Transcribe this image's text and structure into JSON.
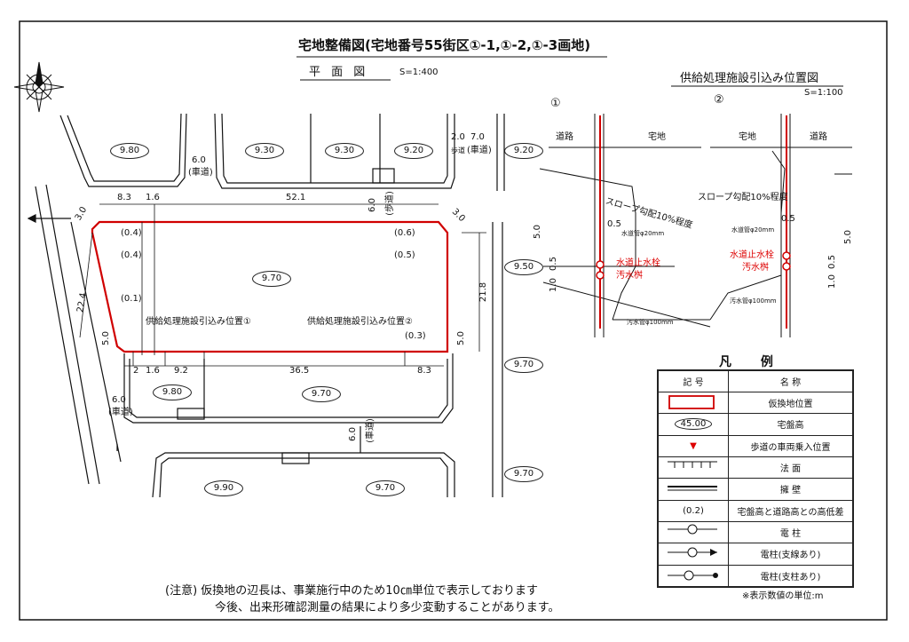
{
  "header": {
    "title": "宅地整備図(宅地番号55街区①-1,①-2,①-3画地)",
    "plan_label": "平 面 図",
    "plan_scale": "S=1:400"
  },
  "detail": {
    "title": "供給処理施設引込み位置図",
    "scale": "S=1:100",
    "panel1_marker": "①",
    "panel2_marker": "②",
    "road": "道路",
    "lot": "宅地",
    "slope_note": "スロープ勾配10%程度",
    "water_pipe": "水道管φ20mm",
    "water_valve": "水道止水栓",
    "sewage_box": "汚水桝",
    "sewage_pipe": "汚水管φ100mm",
    "dims": [
      "5.0",
      "0.5",
      "0.5",
      "1.0",
      "5.0",
      "0.5",
      "0.5",
      "1.0"
    ]
  },
  "plan": {
    "elevations": [
      "9.80",
      "9.30",
      "9.30",
      "9.20",
      "9.20",
      "9.50",
      "9.70",
      "9.70",
      "9.80",
      "9.70",
      "9.90",
      "9.70",
      "9.70"
    ],
    "dimensions": [
      "6.0",
      "(車道)",
      "8.3",
      "1.6",
      "52.1",
      "6.0",
      "(歩道)",
      "2.0",
      "7.0",
      "歩道",
      "(車道)",
      "3.0",
      "3.0",
      "(0.4)",
      "(0.6)",
      "(0.4)",
      "(0.5)",
      "(0.1)",
      "22.4",
      "21.8",
      "5.0",
      "5.0",
      "(0.3)",
      "2",
      "1.6",
      "9.2",
      "36.5",
      "8.3",
      "6.0",
      "(車道)",
      "6.0",
      "(車道)"
    ],
    "supply1": "供給処理施設引込み位置①",
    "supply2": "供給処理施設引込み位置②"
  },
  "legend": {
    "title": "凡 例",
    "col_symbol": "記 号",
    "col_name": "名 称",
    "rows": [
      {
        "symbol": "",
        "name": "仮換地位置"
      },
      {
        "symbol": "45.00",
        "name": "宅盤高"
      },
      {
        "symbol": "▼",
        "name": "歩道の車両乗入位置"
      },
      {
        "symbol": "",
        "name": "法 面"
      },
      {
        "symbol": "",
        "name": "擁 壁"
      },
      {
        "symbol": "(0.2)",
        "name": "宅盤高と道路高との高低差"
      },
      {
        "symbol": "",
        "name": "電 柱"
      },
      {
        "symbol": "",
        "name": "電柱(支線あり)"
      },
      {
        "symbol": "",
        "name": "電柱(支柱あり)"
      }
    ],
    "unit_note": "※表示数値の単位:m"
  },
  "notes": {
    "line1": "(注意) 仮換地の辺長は、事業施行中のため10㎝単位で表示しております",
    "line2": "今後、出来形確認測量の結果により多少変動することがあります。"
  },
  "colors": {
    "lot_outline": "#d00000",
    "line": "#111111"
  }
}
